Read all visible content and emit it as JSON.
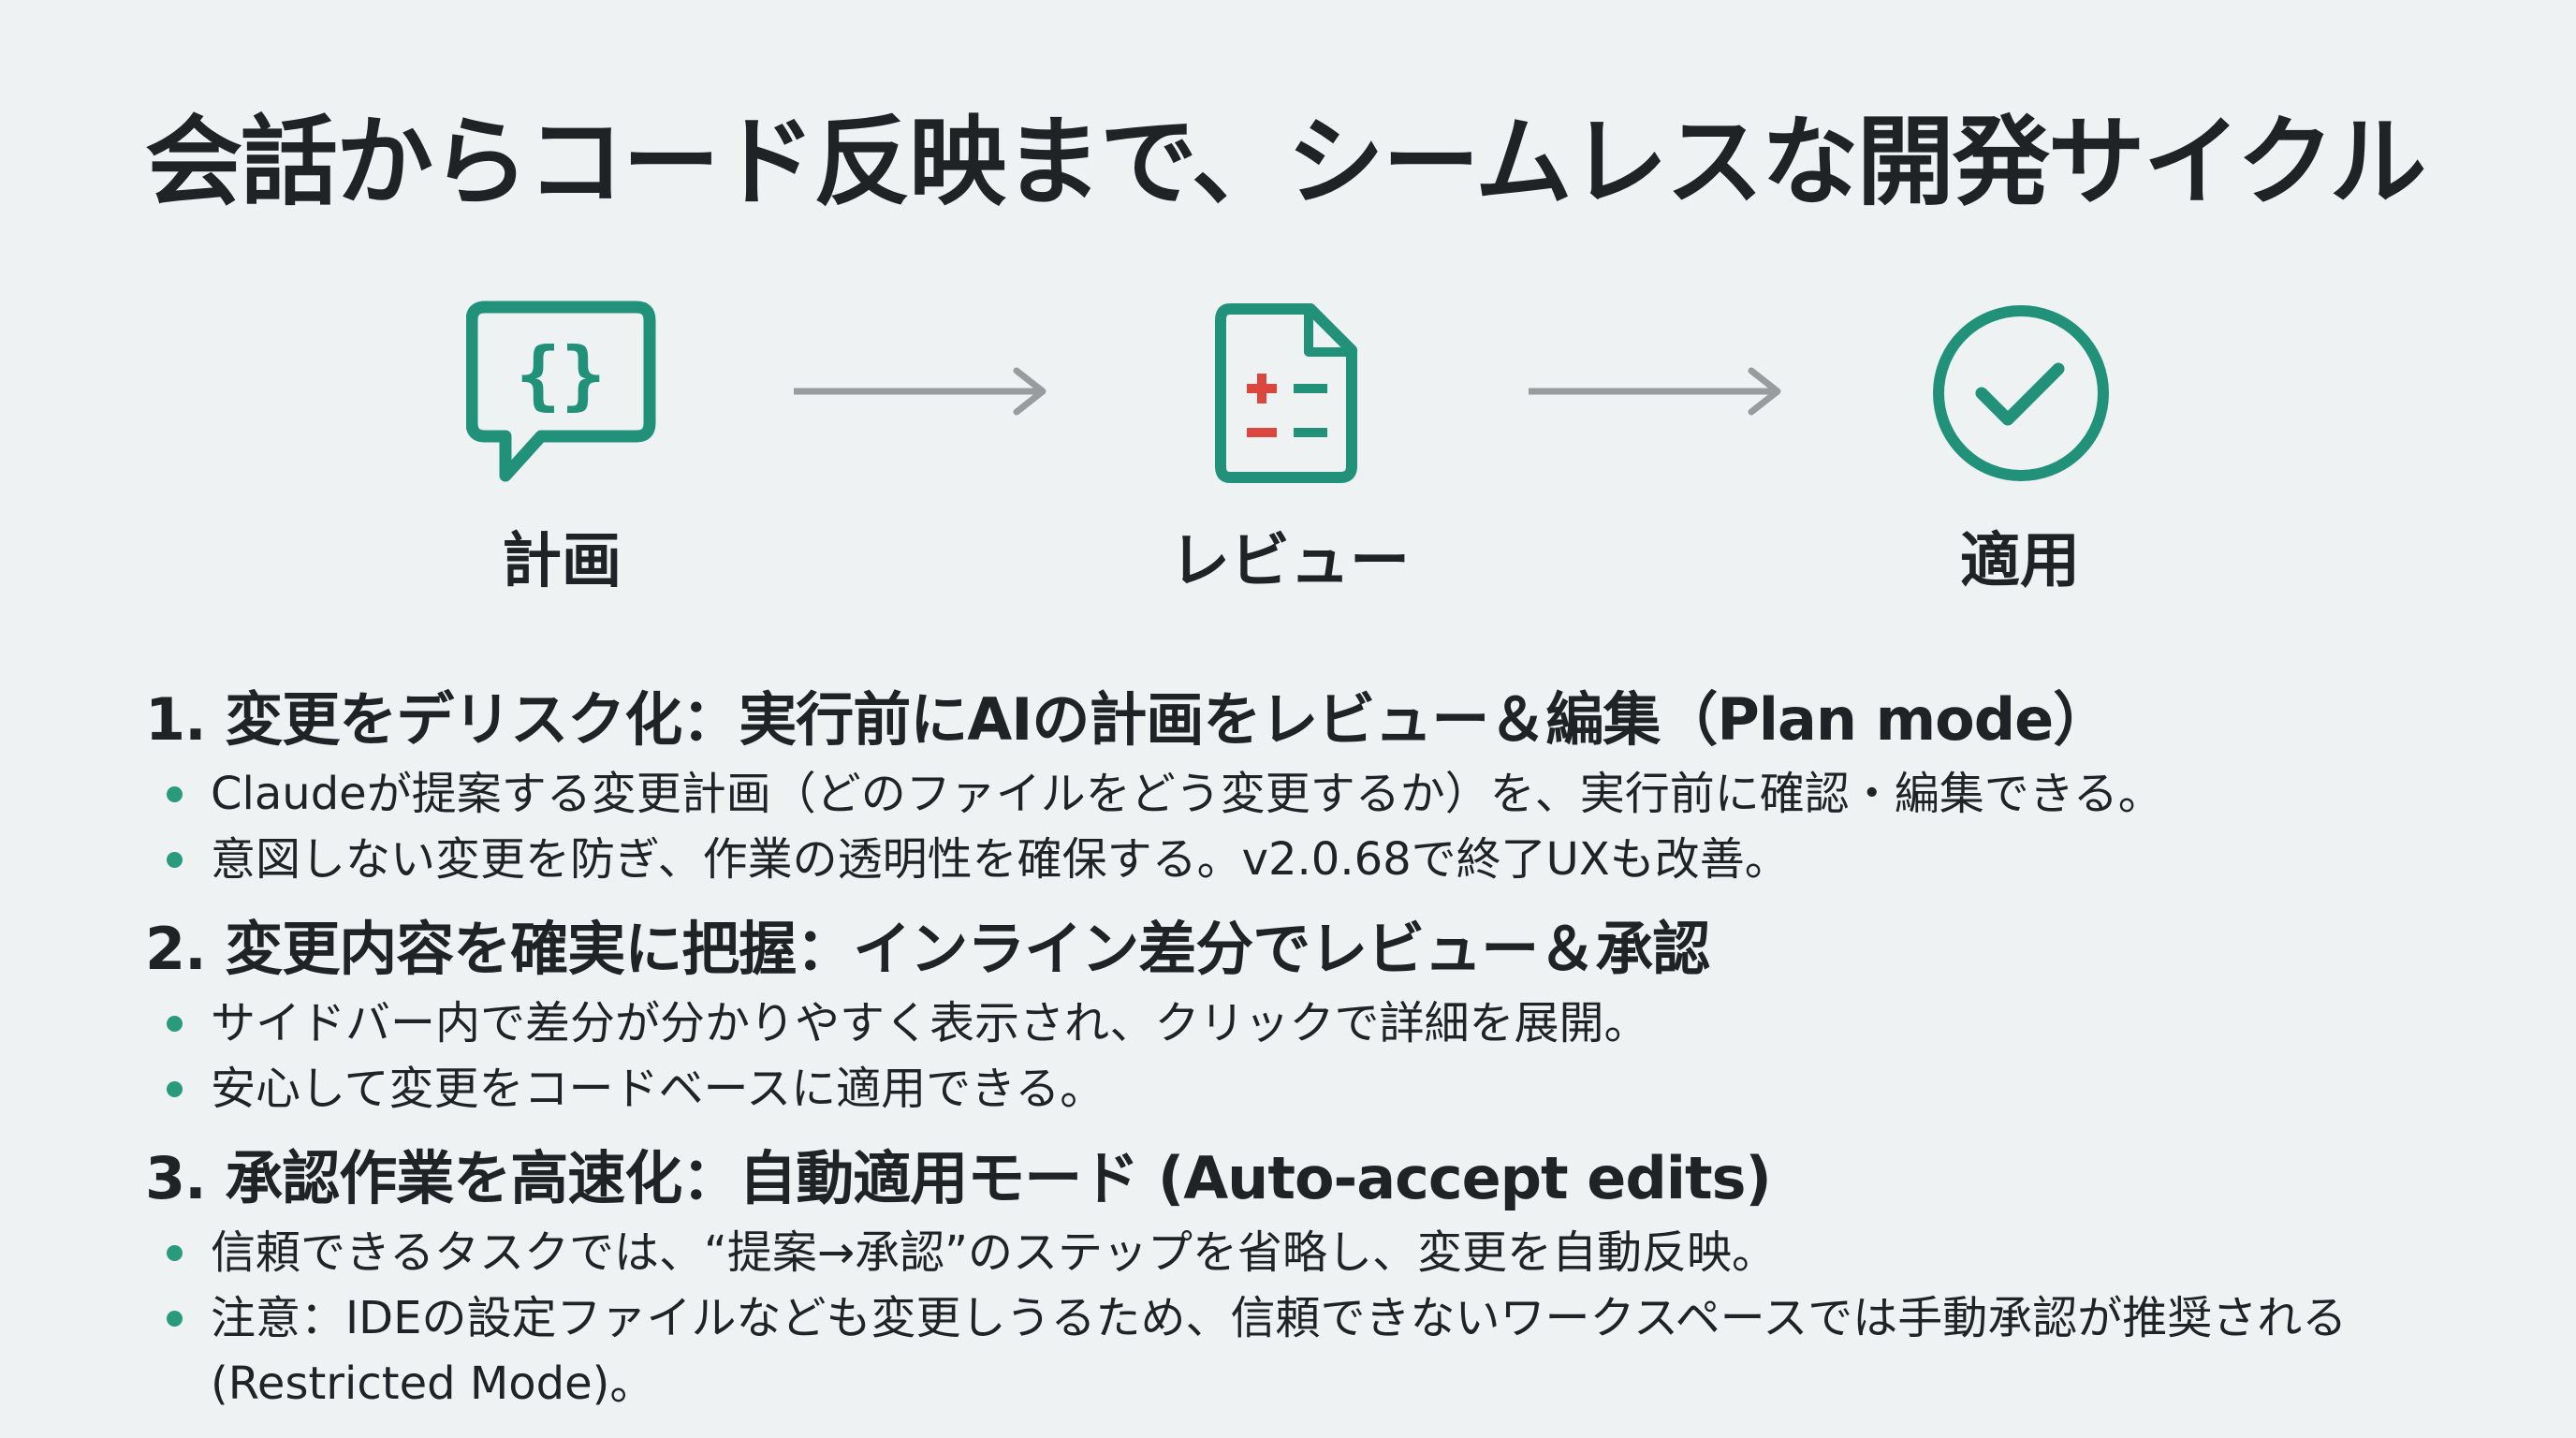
{
  "title": "会話からコード反映まで、シームレスな開発サイクル",
  "colors": {
    "accent": "#22917a",
    "minus": "#d9473f",
    "arrow": "#999c9e",
    "bullet": "#2a9a7c",
    "background": "#eef2f3"
  },
  "flow": {
    "steps": [
      {
        "label": "計画",
        "icon": "code-chat-bubble-icon"
      },
      {
        "label": "レビュー",
        "icon": "diff-document-icon"
      },
      {
        "label": "適用",
        "icon": "check-circle-icon"
      }
    ],
    "arrow_icon": "arrow-right-icon"
  },
  "sections": [
    {
      "heading": "1. 変更をデリスク化：実行前にAIの計画をレビュー＆編集（Plan mode）",
      "bullets": [
        "Claudeが提案する変更計画（どのファイルをどう変更するか）を、実行前に確認・編集できる。",
        "意図しない変更を防ぎ、作業の透明性を確保する。v2.0.68で終了UXも改善。"
      ]
    },
    {
      "heading": "2. 変更内容を確実に把握：インライン差分でレビュー＆承認",
      "bullets": [
        "サイドバー内で差分が分かりやすく表示され、クリックで詳細を展開。",
        "安心して変更をコードベースに適用できる。"
      ]
    },
    {
      "heading": "3. 承認作業を高速化：自動適用モード (Auto-accept edits)",
      "bullets": [
        "信頼できるタスクでは、“提案→承認”のステップを省略し、変更を自動反映。",
        "注意：IDEの設定ファイルなども変更しうるため、信頼できないワークスペースでは手動承認が推奨される",
        "(Restricted Mode)。"
      ]
    }
  ]
}
